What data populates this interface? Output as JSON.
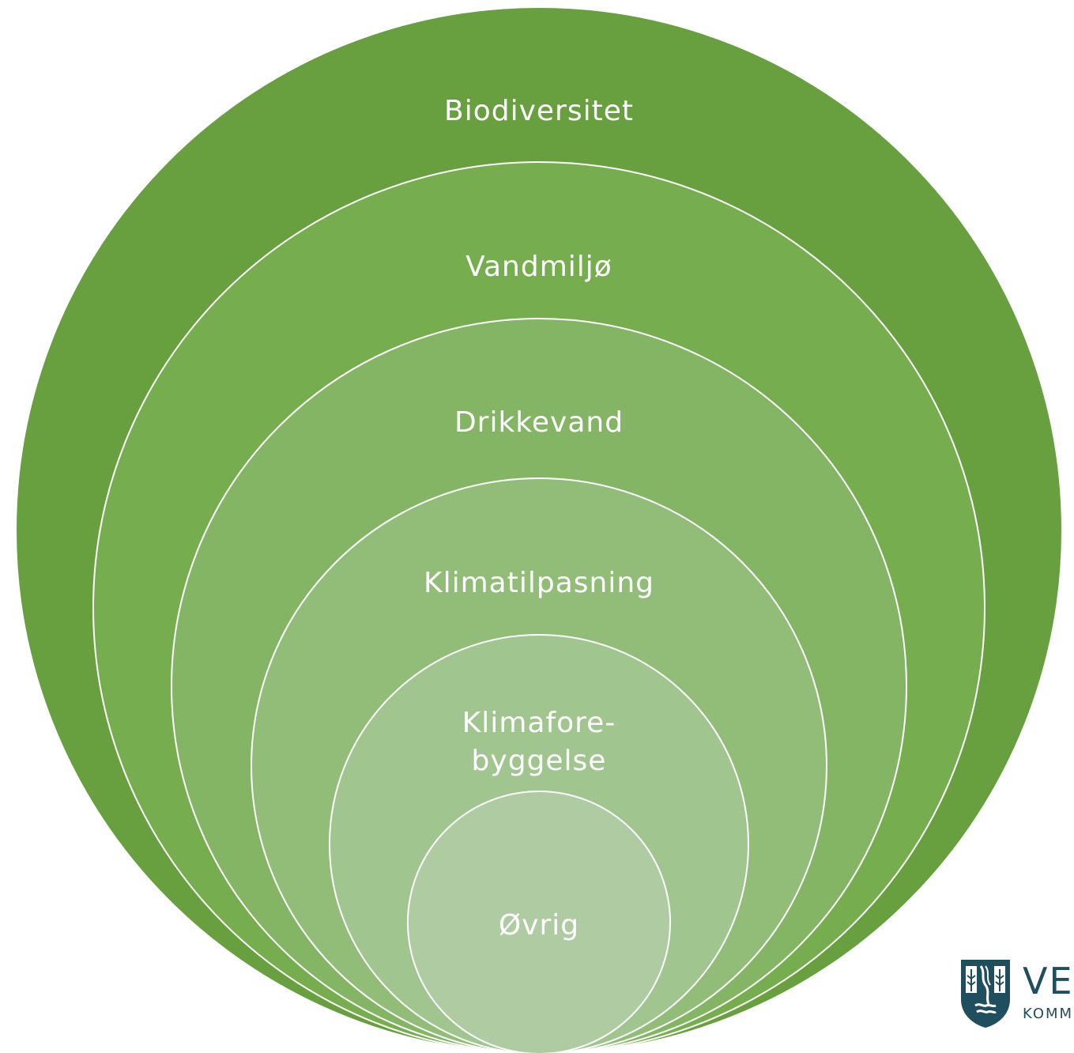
{
  "diagram": {
    "type": "nested-circles",
    "colors": {
      "level_1": "#689f3f",
      "level_2": "#76ad4e",
      "level_3": "#83b564",
      "level_4": "#91bd79",
      "level_5": "#a0c58f",
      "level_6": "#aecba1",
      "border": "#ffffff"
    },
    "levels": [
      {
        "label": "Biodiversitet"
      },
      {
        "label": "Vandmiljø"
      },
      {
        "label": "Drikkevand"
      },
      {
        "label": "Klimatilpasning"
      },
      {
        "label_line1": "Klimafore-",
        "label_line2": "byggelse"
      },
      {
        "label": "Øvrig"
      }
    ]
  },
  "logo": {
    "name": "VE",
    "subtitle": "KOMM",
    "color": "#1f4e5e"
  }
}
